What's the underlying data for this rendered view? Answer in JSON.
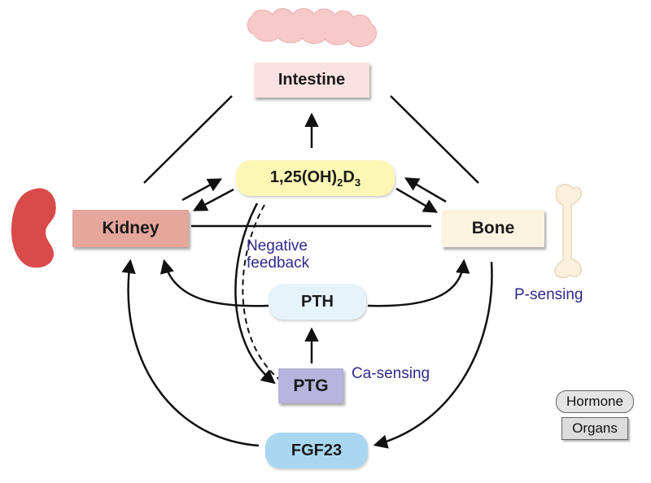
{
  "nodes": {
    "intestine": "Intestine",
    "vitd": {
      "main": "1,25(OH)",
      "sub1": "2",
      "mid": "D",
      "sub2": "3"
    },
    "kidney": "Kidney",
    "bone": "Bone",
    "pth": "PTH",
    "ptg": "PTG",
    "fgf23": "FGF23"
  },
  "annotations": {
    "negative_feedback_line1": "Negative",
    "negative_feedback_line2": "feedback",
    "p_sensing": "P-sensing",
    "ca_sensing": "Ca-sensing"
  },
  "legend": {
    "hormone": "Hormone",
    "organs": "Organs"
  },
  "colors": {
    "intestine_fill": "#fbe1e1",
    "vitd_fill": "#fcf7b4",
    "kidney_fill": "#e5a69c",
    "bone_fill": "#fcf3e0",
    "pth_fill": "#e6f3fb",
    "ptg_fill": "#b7b3dd",
    "fgf23_fill": "#a9d7f1",
    "annotation_text": "#2e2a8c"
  }
}
